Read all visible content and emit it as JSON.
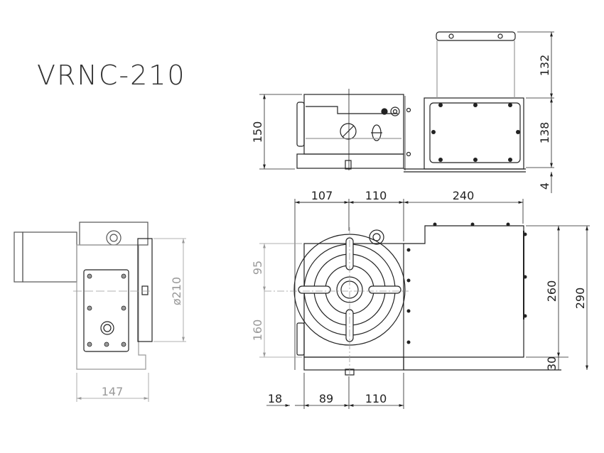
{
  "title": "VRNC-210",
  "colors": {
    "line": "#222222",
    "light": "#999999"
  },
  "dimensions": {
    "top_view_height": "150",
    "motor_height": "132",
    "motor_box_height": "138",
    "base_offset": "4",
    "width_left": "107",
    "width_center": "110",
    "width_motor": "240",
    "front_upper": "95",
    "front_lower": "160",
    "motor_front_height": "260",
    "overall_height": "290",
    "base_height": "30",
    "bottom_a": "18",
    "bottom_b": "89",
    "bottom_c": "110",
    "side_width": "147",
    "table_diameter": "ø210"
  }
}
